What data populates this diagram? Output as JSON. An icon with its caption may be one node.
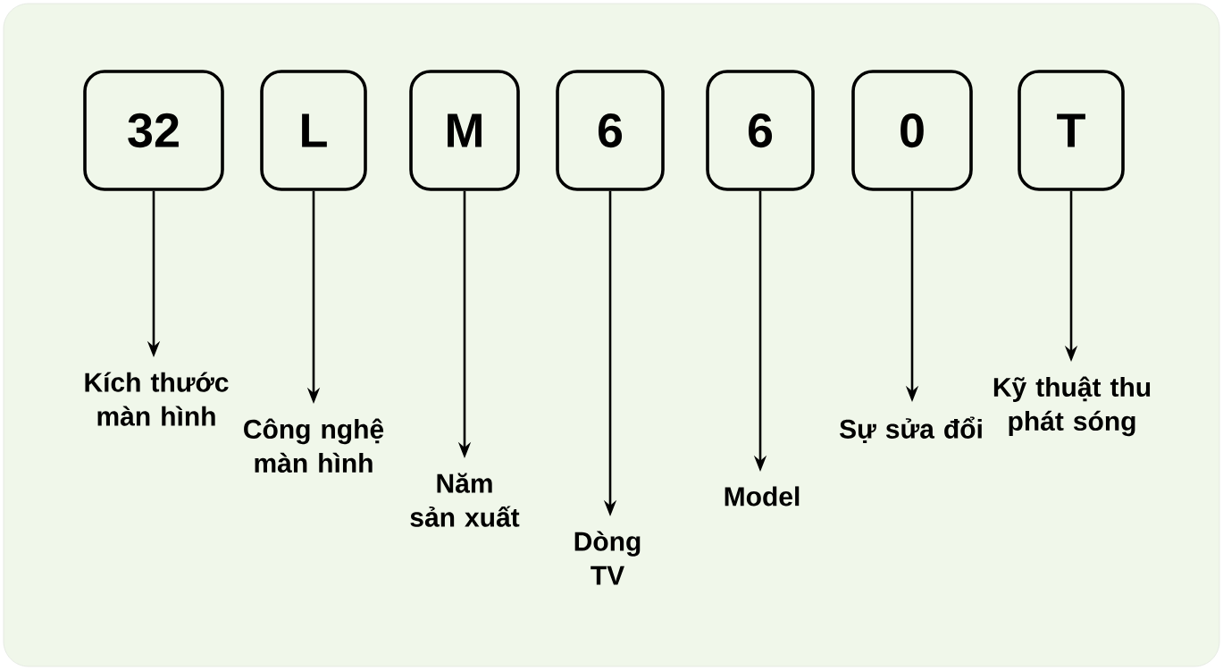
{
  "diagram": {
    "nodes": [
      {
        "text": [
          "32"
        ]
      },
      {
        "text": [
          "L"
        ]
      },
      {
        "text": [
          "M"
        ]
      },
      {
        "text": [
          "6"
        ]
      },
      {
        "text": [
          "6"
        ]
      },
      {
        "text": [
          "0"
        ]
      },
      {
        "text": [
          "T"
        ]
      },
      {
        "text": [
          "Kích thước màn hình"
        ]
      },
      {
        "text": [
          "Công nghệ màn hình"
        ]
      },
      {
        "text": [
          "Năm sản xuất"
        ]
      },
      {
        "text": [
          "Dòng TV"
        ]
      },
      {
        "text": [
          "Model"
        ]
      },
      {
        "text": [
          "Sự sửa đổi"
        ]
      },
      {
        "text": [
          "Kỹ thuật thu phát sóng"
        ]
      }
    ],
    "edges": [
      {
        "from": 0,
        "to": 7,
        "arrow": "to"
      },
      {
        "from": 1,
        "to": 8,
        "arrow": "to"
      },
      {
        "from": 2,
        "to": 9,
        "arrow": "to"
      },
      {
        "from": 3,
        "to": 10,
        "arrow": "to"
      },
      {
        "from": 4,
        "to": 11,
        "arrow": "to"
      },
      {
        "from": 5,
        "to": 12,
        "arrow": "to"
      },
      {
        "from": 6,
        "to": 13,
        "arrow": "to"
      }
    ]
  }
}
